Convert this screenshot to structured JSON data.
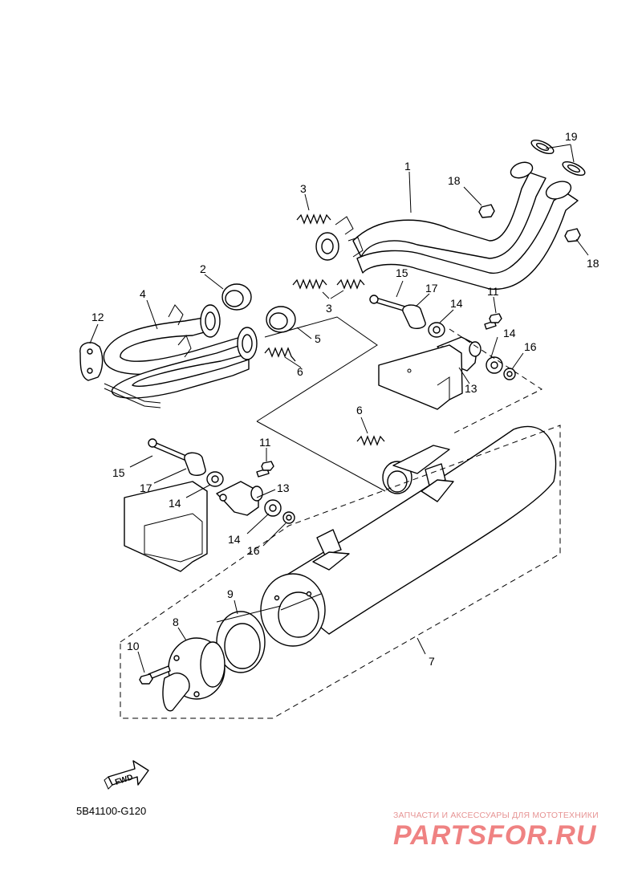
{
  "diagram_code": "5B41100-G120",
  "direction_label": "FWD",
  "watermark": {
    "tagline": "ЗАПЧАСТИ И АКСЕССУАРЫ ДЛЯ МОТОТЕХНИКИ",
    "brand": "PARTSFOR.RU"
  },
  "callouts": {
    "p1": "1",
    "p2": "2",
    "p3a": "3",
    "p3b": "3",
    "p4": "4",
    "p5": "5",
    "p6a": "6",
    "p6b": "6",
    "p7": "7",
    "p8": "8",
    "p9": "9",
    "p10": "10",
    "p11a": "11",
    "p11b": "11",
    "p12": "12",
    "p13a": "13",
    "p13b": "13",
    "p14a": "14",
    "p14b": "14",
    "p14c": "14",
    "p14d": "14",
    "p15a": "15",
    "p15b": "15",
    "p16a": "16",
    "p16b": "16",
    "p17a": "17",
    "p17b": "17",
    "p18a": "18",
    "p18b": "18",
    "p19": "19"
  }
}
